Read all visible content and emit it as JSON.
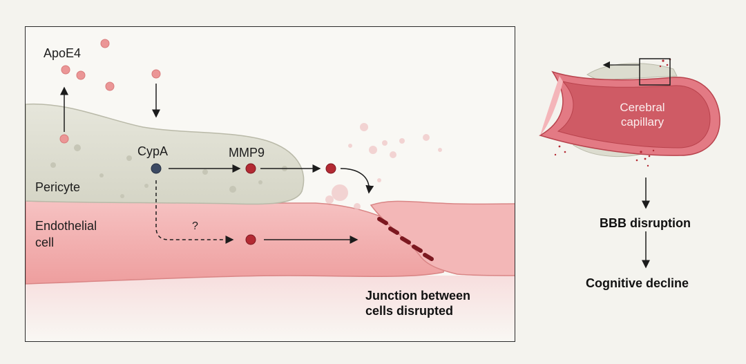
{
  "left_panel": {
    "apoe4_label": "ApoE4",
    "cypa_label": "CypA",
    "mmp9_label": "MMP9",
    "pericyte_label": "Pericyte",
    "endothelial_label_line1": "Endothelial",
    "endothelial_label_line2": "cell",
    "question_label": "?",
    "junction_line1": "Junction between",
    "junction_line2": "cells disrupted"
  },
  "right_panel": {
    "capillary_line1": "Cerebral",
    "capillary_line2": "capillary",
    "step1": "BBB disruption",
    "step2": "Cognitive decline"
  },
  "colors": {
    "pericyte": "#dcdccf",
    "endothelial": "#f1aeae",
    "apoe4": "#e99494",
    "mmp9": "#b32a33",
    "cypa": "#3c4a63",
    "capillary": "#cf5b65"
  }
}
